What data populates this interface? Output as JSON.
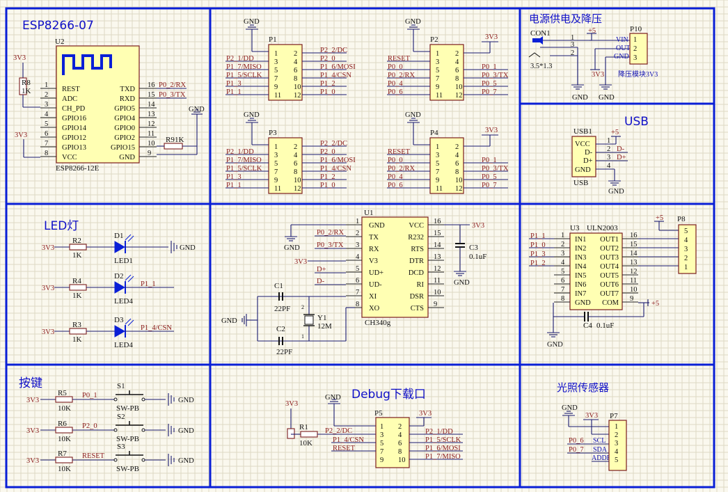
{
  "sections": {
    "esp": {
      "title": "ESP8266-07"
    },
    "headers": {
      "title": ""
    },
    "power": {
      "title": "电源供电及降压"
    },
    "usb": {
      "title": "USB"
    },
    "led": {
      "title": "LED灯"
    },
    "ch340": {
      "title": ""
    },
    "uln": {
      "title": ""
    },
    "keys": {
      "title": "按键"
    },
    "debug": {
      "title": "Debug下载口"
    },
    "light": {
      "title": "光照传感器"
    }
  },
  "esp_module": {
    "designator": "U2",
    "part": "ESP8266-12E",
    "left_pins": [
      {
        "num": "1",
        "name": "REST"
      },
      {
        "num": "2",
        "name": "ADC"
      },
      {
        "num": "3",
        "name": "CH_PD"
      },
      {
        "num": "4",
        "name": "GPIO16"
      },
      {
        "num": "5",
        "name": "GPIO14"
      },
      {
        "num": "6",
        "name": "GPIO12"
      },
      {
        "num": "7",
        "name": "GPIO13"
      },
      {
        "num": "8",
        "name": "VCC"
      }
    ],
    "right_pins": [
      {
        "num": "16",
        "name": "TXD",
        "net": "P0_2/RX"
      },
      {
        "num": "15",
        "name": "RXD",
        "net": "P0_3/TX"
      },
      {
        "num": "14",
        "name": "GPIO5",
        "net": ""
      },
      {
        "num": "13",
        "name": "GPIO4",
        "net": ""
      },
      {
        "num": "12",
        "name": "GPIO0",
        "net": ""
      },
      {
        "num": "11",
        "name": "GPIO2",
        "net": ""
      },
      {
        "num": "10",
        "name": "GPIO15",
        "net": ""
      },
      {
        "num": "9",
        "name": "GND",
        "net": ""
      }
    ],
    "r8": {
      "ref": "R8",
      "val": "1K"
    },
    "r9": {
      "ref": "R9",
      "val": "1K"
    },
    "v1": "3V3",
    "v2": "3V3",
    "gnd": "GND"
  },
  "header_blocks": [
    {
      "ref": "P1",
      "gnd": "GND",
      "left": [
        "P2_1/DD",
        "P1_7/MISO",
        "P1_5/SCLK",
        "P1_3",
        "P1_1"
      ],
      "right": [
        "P2_2/DC",
        "P2_0",
        "P1_6/MOSI",
        "P1_4/CSN",
        "P1_2",
        "P1_0"
      ],
      "lnums": [
        "1",
        "3",
        "5",
        "7",
        "9",
        "11"
      ],
      "rnums": [
        "2",
        "4",
        "6",
        "8",
        "10",
        "12"
      ]
    },
    {
      "ref": "P2",
      "gnd": "GND",
      "vcc": "3V3",
      "left": [
        "RESET",
        "P0_0",
        "P0_2/RX",
        "P0_4",
        "P0_6"
      ],
      "right": [
        "P0_1",
        "P0_3/TX",
        "P0_5",
        "P0_7"
      ],
      "lnums": [
        "1",
        "3",
        "5",
        "7",
        "9",
        "11"
      ],
      "rnums": [
        "2",
        "4",
        "6",
        "8",
        "10",
        "12"
      ]
    },
    {
      "ref": "P3",
      "gnd": "GND",
      "left": [
        "P2_1/DD",
        "P1_7/MISO",
        "P1_5/SCLK",
        "P1_3",
        "P1_1"
      ],
      "right": [
        "P2_2/DC",
        "P2_0",
        "P1_6/MOSI",
        "P1_4/CSN",
        "P1_2",
        "P1_0"
      ],
      "lnums": [
        "1",
        "3",
        "5",
        "7",
        "9",
        "11"
      ],
      "rnums": [
        "2",
        "4",
        "6",
        "8",
        "10",
        "12"
      ]
    },
    {
      "ref": "P4",
      "gnd": "GND",
      "vcc": "3V3",
      "left": [
        "RESET",
        "P0_0",
        "P0_2/RX",
        "P0_4",
        "P0_6"
      ],
      "right": [
        "P0_1",
        "P0_3/TX",
        "P0_5",
        "P0_7"
      ],
      "lnums": [
        "1",
        "3",
        "5",
        "7",
        "9",
        "11"
      ],
      "rnums": [
        "2",
        "4",
        "6",
        "8",
        "10",
        "12"
      ]
    }
  ],
  "power": {
    "con_ref": "CON1",
    "con_spec": "3.5*1.3",
    "pins": [
      "1",
      "3",
      "2"
    ],
    "p5v": "+5",
    "p10": "P10",
    "p10_pins": [
      "VIN",
      "OUT",
      "GND"
    ],
    "p10_nums": [
      "1",
      "2",
      "3"
    ],
    "module": "降压模块3V3",
    "v33": "3V3",
    "gnd": "GND"
  },
  "usb": {
    "ref": "USB1",
    "name": "USB",
    "p5v": "+5",
    "pins": [
      {
        "num": "1",
        "name": "VCC"
      },
      {
        "num": "2",
        "name": "D-"
      },
      {
        "num": "3",
        "name": "D+"
      },
      {
        "num": "4",
        "name": "GND"
      }
    ],
    "nets": [
      "D-",
      "D+"
    ],
    "gnd": "GND"
  },
  "leds": [
    {
      "d": "D1",
      "led": "LED1",
      "r": "R2",
      "rv": "1K",
      "src": "3V3",
      "dst": "GND"
    },
    {
      "d": "D2",
      "led": "LED4",
      "r": "R4",
      "rv": "1K",
      "src": "3V3",
      "dst": "P1_1"
    },
    {
      "d": "D3",
      "led": "LED4",
      "r": "R3",
      "rv": "1K",
      "src": "3V3",
      "dst": "P1_4/CSN"
    }
  ],
  "ch340": {
    "ref": "U1",
    "part": "CH340g",
    "left_pins": [
      {
        "num": "1",
        "name": "GND"
      },
      {
        "num": "2",
        "name": "TX"
      },
      {
        "num": "3",
        "name": "RX"
      },
      {
        "num": "4",
        "name": "V3"
      },
      {
        "num": "5",
        "name": "UD+"
      },
      {
        "num": "6",
        "name": "UD-"
      },
      {
        "num": "7",
        "name": "XI"
      },
      {
        "num": "8",
        "name": "XO"
      }
    ],
    "right_pins": [
      {
        "num": "16",
        "name": "VCC"
      },
      {
        "num": "15",
        "name": "R232"
      },
      {
        "num": "14",
        "name": "RTS"
      },
      {
        "num": "13",
        "name": "DTR"
      },
      {
        "num": "12",
        "name": "DCD"
      },
      {
        "num": "11",
        "name": "RI"
      },
      {
        "num": "10",
        "name": "DSR"
      },
      {
        "num": "9",
        "name": "CTS"
      }
    ],
    "nets": {
      "tx": "P0_2/RX",
      "rx": "P0_3/TX",
      "v3": "3V3",
      "dp": "D+",
      "dm": "D-",
      "vcc": "3V3"
    },
    "c1": "C1",
    "c1v": "22PF",
    "c2": "C2",
    "c2v": "22PF",
    "c3": "C3",
    "c3v": "0.1uF",
    "y1": "Y1",
    "y1v": "12M",
    "y1p": [
      "1",
      "2"
    ],
    "gnd": "GND"
  },
  "uln": {
    "ref": "U3",
    "part": "ULN2003",
    "left_pins": [
      {
        "num": "1",
        "name": "IN1",
        "net": "P1_1"
      },
      {
        "num": "2",
        "name": "IN2",
        "net": "P1_0"
      },
      {
        "num": "3",
        "name": "IN3",
        "net": "P1_3"
      },
      {
        "num": "4",
        "name": "IN4",
        "net": "P1_2"
      },
      {
        "num": "5",
        "name": "IN5",
        "net": ""
      },
      {
        "num": "6",
        "name": "IN6",
        "net": ""
      },
      {
        "num": "7",
        "name": "IN7",
        "net": ""
      },
      {
        "num": "8",
        "name": "GND",
        "net": ""
      }
    ],
    "right_pins": [
      {
        "num": "16",
        "name": "OUT1"
      },
      {
        "num": "15",
        "name": "OUT2"
      },
      {
        "num": "14",
        "name": "OUT3"
      },
      {
        "num": "13",
        "name": "OUT4"
      },
      {
        "num": "12",
        "name": "OUT5"
      },
      {
        "num": "11",
        "name": "OUT6"
      },
      {
        "num": "10",
        "name": "OUT7"
      },
      {
        "num": "9",
        "name": "COM"
      }
    ],
    "p8": "P8",
    "p8_nums": [
      "5",
      "4",
      "3",
      "2",
      "1"
    ],
    "p5v": "+5",
    "com5v": "+5",
    "c4": "C4",
    "c4v": "0.1uF",
    "gnd": "GND"
  },
  "keys": [
    {
      "r": "R5",
      "rv": "10K",
      "net": "P0_1",
      "s": "S1",
      "sw": "SW-PB",
      "src": "3V3",
      "dst": "GND"
    },
    {
      "r": "R6",
      "rv": "10K",
      "net": "P2_0",
      "s": "S2",
      "sw": "SW-PB",
      "src": "3V3",
      "dst": "GND"
    },
    {
      "r": "R7",
      "rv": "10K",
      "net": "RESET",
      "s": "S3",
      "sw": "SW-PB",
      "src": "3V3",
      "dst": "GND"
    }
  ],
  "debug": {
    "ref": "P5",
    "r": "R1",
    "rv": "10K",
    "v33": "3V3",
    "gnd": "GND",
    "vcc": "3V3",
    "left": [
      "P2_2/DC",
      "P1_4/CSN",
      "RESET"
    ],
    "right": [
      "P2_1/DD",
      "P1_5/SCLK",
      "P1_6/MOSI",
      "P1_7/MISO"
    ],
    "lnums": [
      "1",
      "3",
      "5",
      "7",
      "9"
    ],
    "rnums": [
      "2",
      "4",
      "6",
      "8",
      "10"
    ]
  },
  "light": {
    "ref": "P7",
    "gnd": "GND",
    "v33": "3V3",
    "nets": [
      "P0_6",
      "P0_7"
    ],
    "pins": [
      "SCL",
      "SDA",
      "ADDR"
    ],
    "nums": [
      "1",
      "2",
      "3",
      "4",
      "5"
    ]
  }
}
